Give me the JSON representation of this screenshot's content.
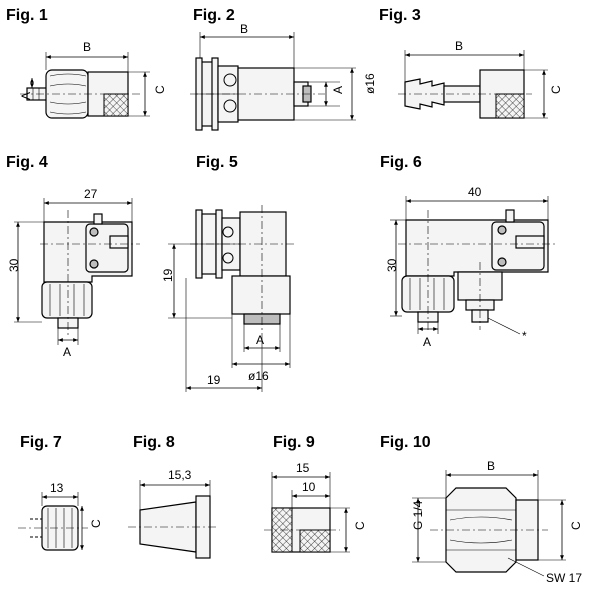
{
  "figures": [
    {
      "id": "fig1",
      "title": "Fig. 1",
      "dims": {
        "B": "B",
        "A": "A",
        "C": "C"
      }
    },
    {
      "id": "fig2",
      "title": "Fig. 2",
      "dims": {
        "B": "B",
        "A": "A",
        "d": "ø16"
      }
    },
    {
      "id": "fig3",
      "title": "Fig. 3",
      "dims": {
        "B": "B",
        "C": "C"
      }
    },
    {
      "id": "fig4",
      "title": "Fig. 4",
      "dims": {
        "w": "27",
        "h": "30",
        "A": "A"
      }
    },
    {
      "id": "fig5",
      "title": "Fig. 5",
      "dims": {
        "h": "19",
        "w": "19",
        "A": "A",
        "d": "ø16"
      }
    },
    {
      "id": "fig6",
      "title": "Fig. 6",
      "dims": {
        "w": "40",
        "h": "30",
        "A": "A",
        "note": "*"
      }
    },
    {
      "id": "fig7",
      "title": "Fig. 7",
      "dims": {
        "w": "13",
        "C": "C"
      }
    },
    {
      "id": "fig8",
      "title": "Fig. 8",
      "dims": {
        "w": "15,3"
      }
    },
    {
      "id": "fig9",
      "title": "Fig. 9",
      "dims": {
        "w1": "15",
        "w2": "10",
        "C": "C"
      }
    },
    {
      "id": "fig10",
      "title": "Fig. 10",
      "dims": {
        "B": "B",
        "G": "G 1/4",
        "C": "C",
        "SW": "SW 17"
      }
    }
  ]
}
